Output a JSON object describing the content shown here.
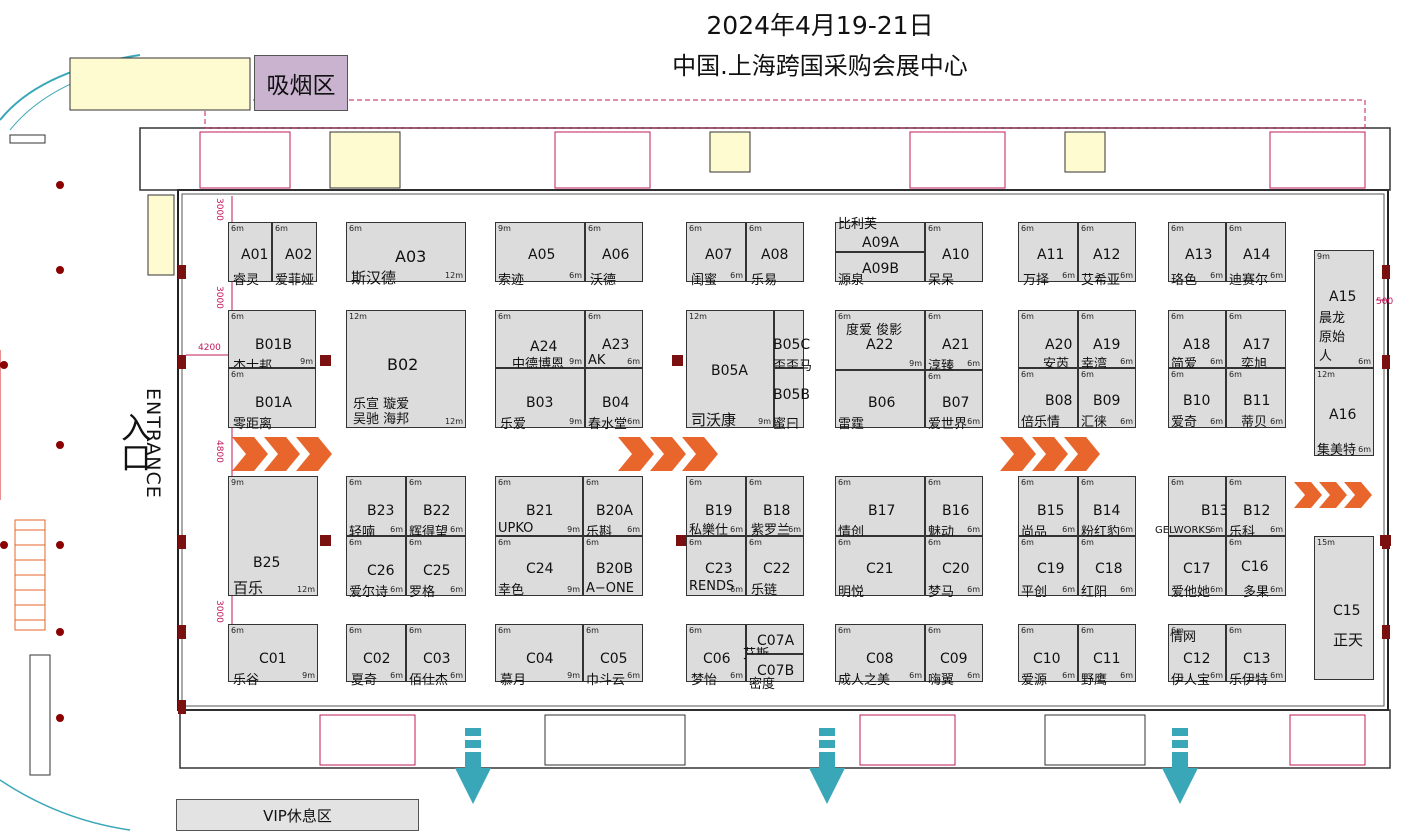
{
  "header": {
    "date": "2024年4月19-21日",
    "venue": "中国.上海跨国采购会展中心"
  },
  "zones": {
    "smoking": "吸烟区",
    "vip": "VIP休息区",
    "entrance_en": "ENTRANCE",
    "entrance_cn": "入口"
  },
  "dimensions": {
    "d3000a": "3000",
    "d3000b": "3000",
    "d4200": "4200",
    "d4800": "4800",
    "d3000c": "3000",
    "d500": "500"
  },
  "colors": {
    "booth_fill": "#dcdcdc",
    "arrow_orange": "#e8662b",
    "arrow_teal": "#3aa7b8",
    "wall": "#7a1010",
    "smoking": "#c9b3cf"
  },
  "booths": [
    {
      "code": "A01",
      "name": "睿灵",
      "w": "6m"
    },
    {
      "code": "A02",
      "name": "爱菲娅",
      "w": "6m"
    },
    {
      "code": "A03",
      "name": "斯汉德",
      "w": "6m",
      "d": "12m"
    },
    {
      "code": "A05",
      "name": "索迹",
      "w": "9m",
      "d": "6m"
    },
    {
      "code": "A06",
      "name": "沃德",
      "w": "6m"
    },
    {
      "code": "A07",
      "name": "闺蜜",
      "w": "6m",
      "d": "6m"
    },
    {
      "code": "A08",
      "name": "乐易",
      "w": "6m"
    },
    {
      "code": "A09A",
      "name": "比利芙"
    },
    {
      "code": "A09B",
      "name": "源泉"
    },
    {
      "code": "A10",
      "name": "呆呆",
      "w": "6m"
    },
    {
      "code": "A11",
      "name": "万择",
      "w": "6m",
      "d": "6m"
    },
    {
      "code": "A12",
      "name": "艾希亚",
      "w": "6m",
      "d": "6m"
    },
    {
      "code": "A13",
      "name": "珞色",
      "w": "6m",
      "d": "6m"
    },
    {
      "code": "A14",
      "name": "迪赛尔",
      "w": "6m",
      "d": "6m"
    },
    {
      "code": "A15",
      "name": "晨龙原始人",
      "w": "9m",
      "d": "6m"
    },
    {
      "code": "B01B",
      "name": "杰士邦",
      "w": "6m",
      "d": "9m"
    },
    {
      "code": "B01A",
      "name": "零距离",
      "w": "6m"
    },
    {
      "code": "B02",
      "name": "乐宣 璇爱\n吴驰 海邦",
      "w": "12m",
      "d": "12m"
    },
    {
      "code": "A24",
      "name": "中德博恩",
      "w": "6m",
      "d": "9m"
    },
    {
      "code": "A23",
      "name": "AK",
      "w": "6m",
      "d": "6m"
    },
    {
      "code": "B03",
      "name": "乐爱",
      "d": "9m"
    },
    {
      "code": "B04",
      "name": "春水堂",
      "d": "6m"
    },
    {
      "code": "B05A",
      "name": "司沃康",
      "w": "12m",
      "d": "9m"
    },
    {
      "code": "B05C",
      "name": "歪歪马"
    },
    {
      "code": "B05B",
      "name": "蜜曰"
    },
    {
      "code": "A22",
      "name": "度爱 俊影",
      "w": "6m",
      "d": "9m"
    },
    {
      "code": "A21",
      "name": "淳臻",
      "w": "6m",
      "d": "6m"
    },
    {
      "code": "B06",
      "name": "雷霆"
    },
    {
      "code": "B07",
      "name": "爱世界",
      "w": "6m",
      "d": "6m"
    },
    {
      "code": "A20",
      "name": "安芮",
      "w": "6m"
    },
    {
      "code": "A19",
      "name": "幸湾",
      "w": "6m",
      "d": "6m"
    },
    {
      "code": "B08",
      "name": "倍乐情",
      "w": "6m"
    },
    {
      "code": "B09",
      "name": "汇徕",
      "w": "6m",
      "d": "6m"
    },
    {
      "code": "A18",
      "name": "简爱",
      "w": "6m",
      "d": "6m"
    },
    {
      "code": "A17",
      "name": "奕旭",
      "w": "6m"
    },
    {
      "code": "B10",
      "name": "爱奇",
      "w": "6m",
      "d": "6m"
    },
    {
      "code": "B11",
      "name": "蒂贝",
      "w": "6m",
      "d": "6m"
    },
    {
      "code": "A16",
      "name": "集美特",
      "w": "12m",
      "d": "6m"
    },
    {
      "code": "B25",
      "name": "百乐",
      "w": "9m",
      "d": "12m"
    },
    {
      "code": "B23",
      "name": "轻喃",
      "w": "6m",
      "d": "6m"
    },
    {
      "code": "B22",
      "name": "辉得望",
      "w": "6m",
      "d": "6m"
    },
    {
      "code": "C26",
      "name": "爱尔诗",
      "w": "6m",
      "d": "6m"
    },
    {
      "code": "C25",
      "name": "罗格",
      "w": "6m",
      "d": "6m"
    },
    {
      "code": "B21",
      "name": "UPKO",
      "w": "6m",
      "d": "9m"
    },
    {
      "code": "B20A",
      "name": "乐斟",
      "w": "6m",
      "d": "6m"
    },
    {
      "code": "C24",
      "name": "幸色",
      "w": "6m",
      "d": "9m"
    },
    {
      "code": "B20B",
      "name": "A−ONE",
      "w": "6m"
    },
    {
      "code": "B19",
      "name": "私樂仕",
      "w": "6m",
      "d": "6m"
    },
    {
      "code": "B18",
      "name": "紫罗兰",
      "w": "6m",
      "d": "6m"
    },
    {
      "code": "C23",
      "name": "RENDS",
      "w": "6m",
      "d": "6m"
    },
    {
      "code": "C22",
      "name": "乐链",
      "w": "6m"
    },
    {
      "code": "B17",
      "name": "情创",
      "w": "6m"
    },
    {
      "code": "B16",
      "name": "魅动",
      "w": "6m",
      "d": "6m"
    },
    {
      "code": "C21",
      "name": "明悦",
      "w": "6m"
    },
    {
      "code": "C20",
      "name": "梦马",
      "w": "6m",
      "d": "6m"
    },
    {
      "code": "B15",
      "name": "尚品",
      "w": "6m",
      "d": "6m"
    },
    {
      "code": "B14",
      "name": "粉红豹",
      "w": "6m",
      "d": "6m"
    },
    {
      "code": "C19",
      "name": "平创",
      "w": "6m",
      "d": "6m"
    },
    {
      "code": "C18",
      "name": "红阳",
      "w": "6m",
      "d": "6m"
    },
    {
      "code": "B13",
      "name": "GELWORKS",
      "w": "6m",
      "d": "6m"
    },
    {
      "code": "B12",
      "name": "乐科",
      "w": "6m",
      "d": "6m"
    },
    {
      "code": "C17",
      "name": "爱他她",
      "d": "6m"
    },
    {
      "code": "C16",
      "name": "多果",
      "w": "6m",
      "d": "6m"
    },
    {
      "code": "C15",
      "name": "正天",
      "w": "15m"
    },
    {
      "code": "C01",
      "name": "乐谷",
      "w": "6m",
      "d": "9m"
    },
    {
      "code": "C02",
      "name": "夏奇",
      "w": "6m",
      "d": "6m"
    },
    {
      "code": "C03",
      "name": "佰仕杰",
      "w": "6m",
      "d": "6m"
    },
    {
      "code": "C04",
      "name": "慕月",
      "w": "6m",
      "d": "9m"
    },
    {
      "code": "C05",
      "name": "巾斗云",
      "w": "6m",
      "d": "6m"
    },
    {
      "code": "C06",
      "name": "梦怡",
      "w": "6m",
      "d": "6m"
    },
    {
      "code": "C07A",
      "name": "艾斯"
    },
    {
      "code": "C07B",
      "name": "密度"
    },
    {
      "code": "C08",
      "name": "成人之美",
      "w": "6m",
      "d": "6m"
    },
    {
      "code": "C09",
      "name": "嗨翼",
      "w": "6m",
      "d": "6m"
    },
    {
      "code": "C10",
      "name": "爱源",
      "w": "6m",
      "d": "6m"
    },
    {
      "code": "C11",
      "name": "野鹰",
      "w": "6m",
      "d": "6m"
    },
    {
      "code": "C12",
      "name": "伊人宝",
      "w": "6m",
      "d": "6m"
    },
    {
      "code": "C12_top",
      "name": "情网"
    },
    {
      "code": "C13",
      "name": "乐伊特",
      "w": "6m",
      "d": "6m"
    }
  ]
}
